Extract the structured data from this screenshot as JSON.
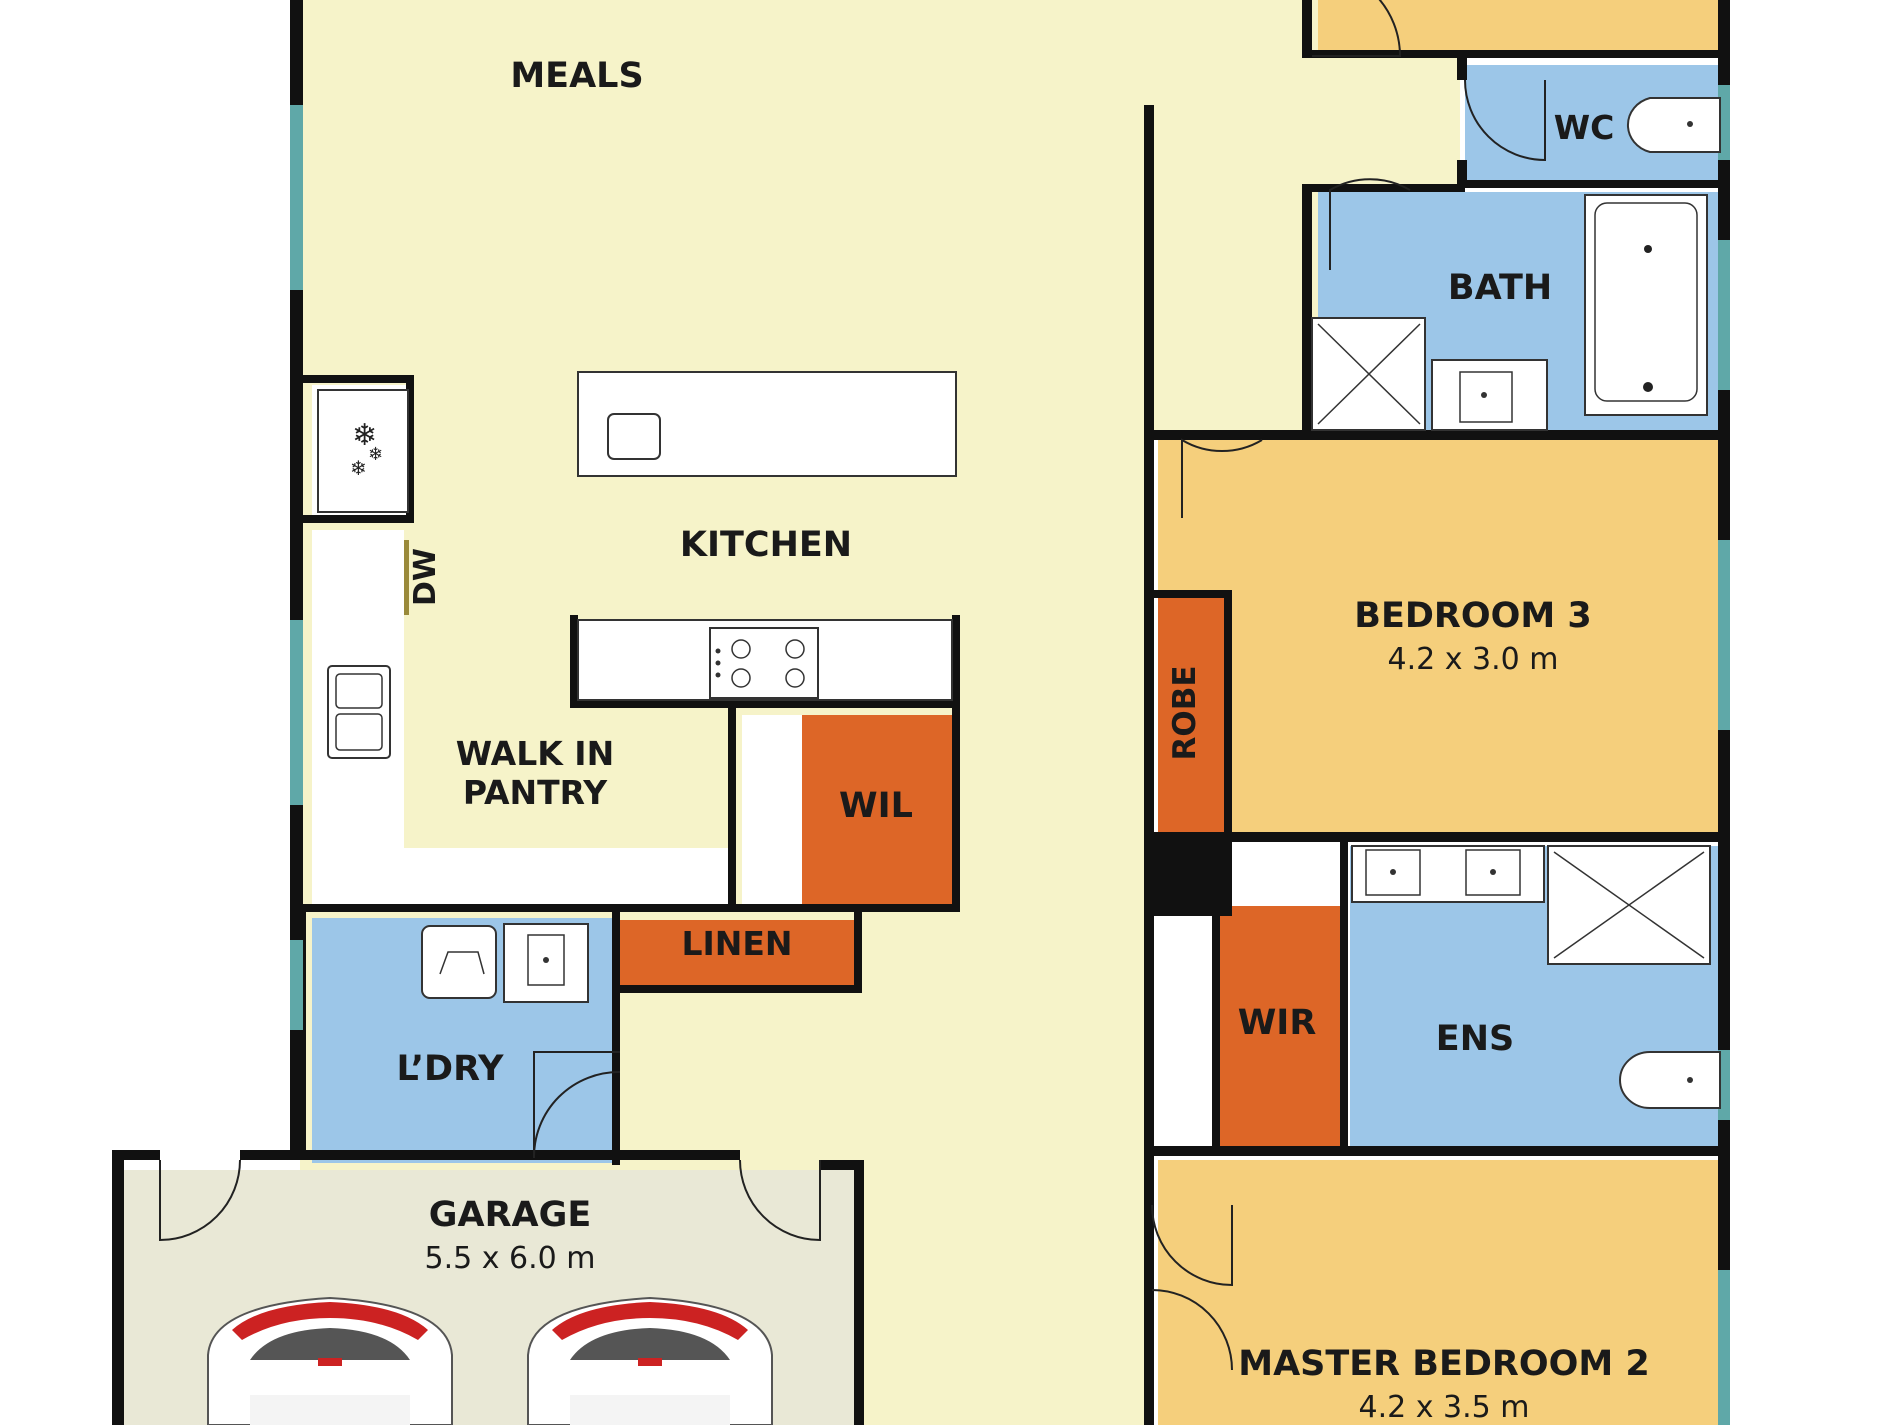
{
  "rooms": {
    "meals": {
      "label": "MEALS"
    },
    "kitchen": {
      "label": "KITCHEN"
    },
    "dw": {
      "label": "DW"
    },
    "pantry": {
      "line1": "WALK IN",
      "line2": "PANTRY"
    },
    "wil": {
      "label": "WIL"
    },
    "linen": {
      "label": "LINEN"
    },
    "laundry": {
      "label": "L’DRY"
    },
    "garage": {
      "label": "GARAGE",
      "dims": "5.5 x 6.0 m"
    },
    "wc": {
      "label": "WC"
    },
    "bath": {
      "label": "BATH"
    },
    "bed3": {
      "label": "BEDROOM 3",
      "dims": "4.2 x 3.0 m"
    },
    "robe": {
      "label": "ROBE"
    },
    "wir": {
      "label": "WIR"
    },
    "ens": {
      "label": "ENS"
    },
    "master": {
      "label": "MASTER BEDROOM 2",
      "dims": "4.2 x 3.5 m"
    }
  },
  "colors": {
    "living": "#f6f3c9",
    "bedroom": "#f5cf7c",
    "wet": "#9cc6e8",
    "storage": "#dd6627",
    "garage": "#e9e8d6",
    "wall": "#111111",
    "window": "#5fa8a8"
  }
}
